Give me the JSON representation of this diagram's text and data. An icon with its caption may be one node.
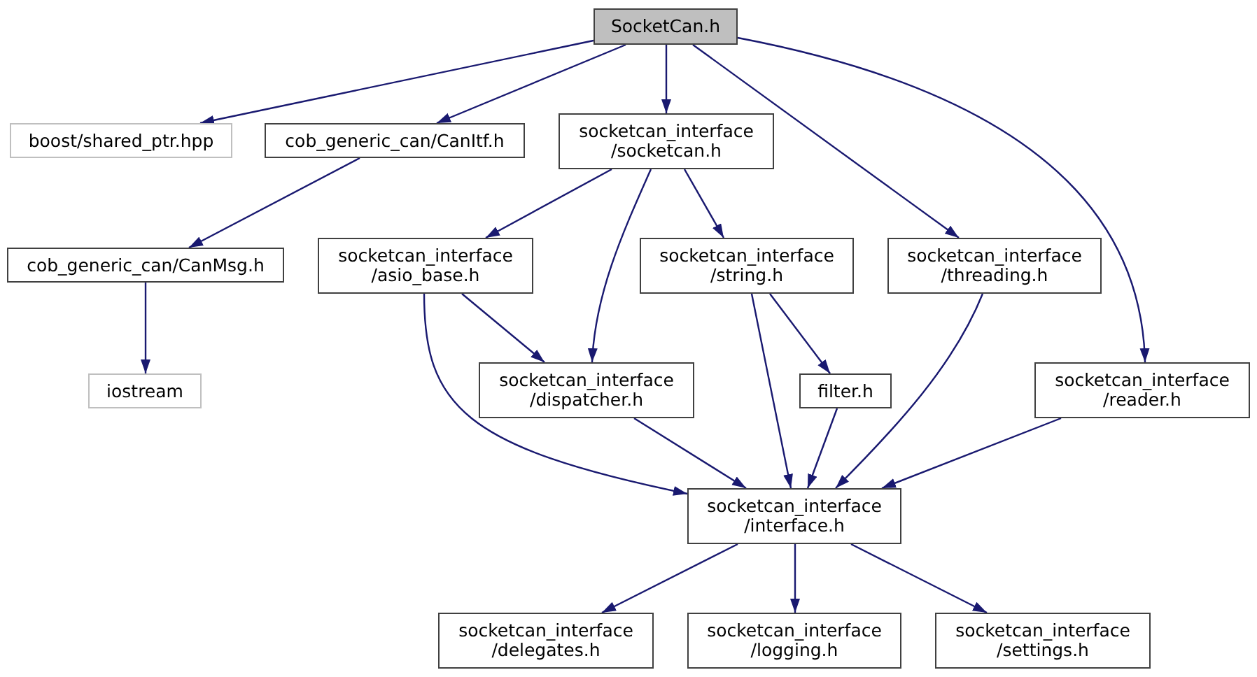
{
  "diagram": {
    "nodes": [
      {
        "text": [
          "SocketCan.h"
        ]
      },
      {
        "text": [
          "boost/shared_ptr.hpp"
        ]
      },
      {
        "text": [
          "cob_generic_can/CanItf.h"
        ]
      },
      {
        "text": [
          "socketcan_interface /socketcan.h"
        ]
      },
      {
        "text": [
          "cob_generic_can/CanMsg.h"
        ]
      },
      {
        "text": [
          "socketcan_interface /asio_base.h"
        ]
      },
      {
        "text": [
          "socketcan_interface /string.h"
        ]
      },
      {
        "text": [
          "socketcan_interface /threading.h"
        ]
      },
      {
        "text": [
          "iostream"
        ]
      },
      {
        "text": [
          "socketcan_interface /dispatcher.h"
        ]
      },
      {
        "text": [
          "filter.h"
        ]
      },
      {
        "text": [
          "socketcan_interface /reader.h"
        ]
      },
      {
        "text": [
          "socketcan_interface /interface.h"
        ]
      },
      {
        "text": [
          "socketcan_interface /delegates.h"
        ]
      },
      {
        "text": [
          "socketcan_interface /logging.h"
        ]
      },
      {
        "text": [
          "socketcan_interface /settings.h"
        ]
      }
    ],
    "edges": [
      {
        "from": 0,
        "to": 1,
        "arrow": "to"
      },
      {
        "from": 0,
        "to": 2,
        "arrow": "to"
      },
      {
        "from": 0,
        "to": 3,
        "arrow": "to"
      },
      {
        "from": 0,
        "to": 7,
        "arrow": "to"
      },
      {
        "from": 0,
        "to": 11,
        "arrow": "to"
      },
      {
        "from": 2,
        "to": 4,
        "arrow": "to"
      },
      {
        "from": 4,
        "to": 8,
        "arrow": "to"
      },
      {
        "from": 3,
        "to": 5,
        "arrow": "to"
      },
      {
        "from": 3,
        "to": 9,
        "arrow": "to"
      },
      {
        "from": 3,
        "to": 6,
        "arrow": "to"
      },
      {
        "from": 5,
        "to": 9,
        "arrow": "to"
      },
      {
        "from": 5,
        "to": 12,
        "arrow": "to"
      },
      {
        "from": 6,
        "to": 12,
        "arrow": "to"
      },
      {
        "from": 6,
        "to": 10,
        "arrow": "to"
      },
      {
        "from": 10,
        "to": 12,
        "arrow": "to"
      },
      {
        "from": 7,
        "to": 12,
        "arrow": "to"
      },
      {
        "from": 9,
        "to": 12,
        "arrow": "to"
      },
      {
        "from": 11,
        "to": 12,
        "arrow": "to"
      },
      {
        "from": 12,
        "to": 13,
        "arrow": "to"
      },
      {
        "from": 12,
        "to": 14,
        "arrow": "to"
      },
      {
        "from": 12,
        "to": 15,
        "arrow": "to"
      }
    ]
  }
}
